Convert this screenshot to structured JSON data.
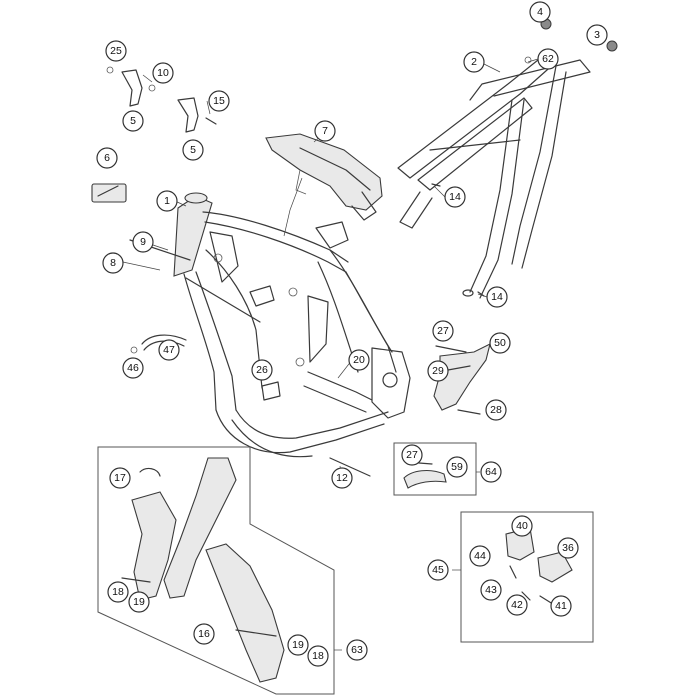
{
  "callouts": [
    "4",
    "3",
    "25",
    "10",
    "2",
    "62",
    "15",
    "7",
    "6",
    "14",
    "1",
    "9",
    "8",
    "14",
    "27",
    "50",
    "47",
    "20",
    "46",
    "26",
    "29",
    "28",
    "27",
    "59",
    "64",
    "17",
    "12",
    "40",
    "44",
    "36",
    "45",
    "43",
    "42",
    "41",
    "18",
    "19",
    "16",
    "19",
    "18",
    "63",
    "5",
    "5"
  ],
  "group_labels": [
    "64",
    "45",
    "63"
  ]
}
